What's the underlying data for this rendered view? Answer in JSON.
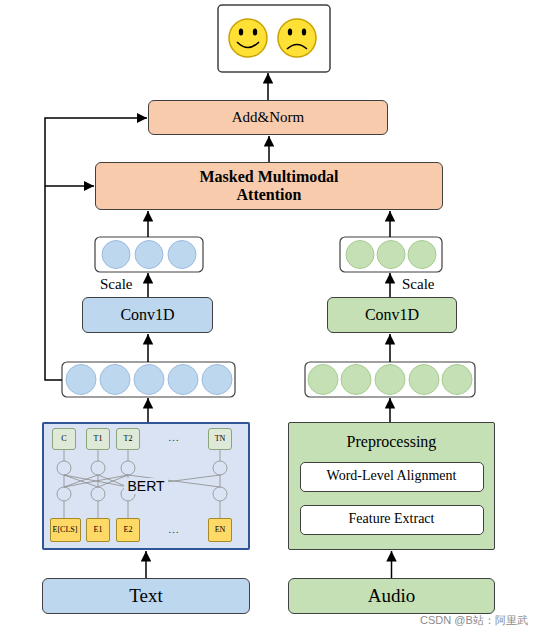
{
  "diagram": {
    "nodes": [
      {
        "text": [
          "Add&Norm"
        ]
      },
      {
        "text": [
          "Masked Multimodal Attention"
        ]
      },
      {
        "text": [
          "Conv1D"
        ]
      },
      {
        "text": [
          "Conv1D"
        ]
      },
      {
        "text": [
          "BERT"
        ]
      },
      {
        "text": [
          "C"
        ],
        "in": 4
      },
      {
        "text": [
          "T1"
        ],
        "in": 4
      },
      {
        "text": [
          "T2"
        ],
        "in": 4
      },
      {
        "text": [
          "TN"
        ],
        "in": 4
      },
      {
        "text": [
          "E[CLS]"
        ],
        "in": 4
      },
      {
        "text": [
          "E1"
        ],
        "in": 4
      },
      {
        "text": [
          "E2"
        ],
        "in": 4
      },
      {
        "text": [
          "EN"
        ],
        "in": 4
      },
      {
        "text": [
          "Preprocessing"
        ]
      },
      {
        "text": [
          "Word-Level Alignment"
        ],
        "in": 13
      },
      {
        "text": [
          "Feature Extract"
        ],
        "in": 13
      },
      {
        "text": [
          "Text"
        ]
      },
      {
        "text": [
          "Audio"
        ]
      }
    ],
    "edges": [
      {
        "from": 1,
        "to": 0,
        "arrow": "to"
      },
      {
        "from": 16,
        "to": 4,
        "arrow": "to"
      },
      {
        "from": 17,
        "to": 13,
        "arrow": "to"
      }
    ],
    "labels": [
      "Scale",
      "Scale",
      "…",
      "…",
      "CSDN @B站：阿里武"
    ]
  }
}
